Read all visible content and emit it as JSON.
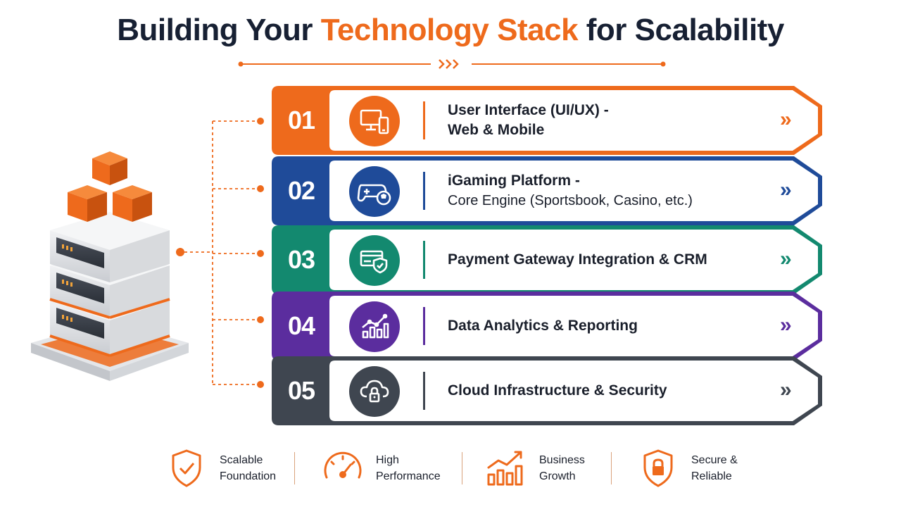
{
  "title": {
    "part1": "Building Your ",
    "accent": "Technology Stack",
    "part2": " for Scalability"
  },
  "colors": {
    "accent": "#ee6a1c",
    "layer1": "#ee6a1c",
    "layer2": "#1f4b99",
    "layer3": "#13896f",
    "layer4": "#5b2d9e",
    "layer5": "#3f4650"
  },
  "layers": [
    {
      "number": "01",
      "line1": "User Interface (UI/UX) -",
      "line2": "Web & Mobile",
      "icon": "devices-icon",
      "chevron": "»"
    },
    {
      "number": "02",
      "line1": "iGaming Platform -",
      "line2": "Core Engine (Sportsbook, Casino, etc.)",
      "icon": "gamepad-ball-icon",
      "chevron": "»"
    },
    {
      "number": "03",
      "line1": "Payment Gateway Integration & CRM",
      "line2": "",
      "icon": "card-shield-icon",
      "chevron": "»"
    },
    {
      "number": "04",
      "line1": "Data Analytics & Reporting",
      "line2": "",
      "icon": "bar-chart-icon",
      "chevron": "»"
    },
    {
      "number": "05",
      "line1": "Cloud Infrastructure & Security",
      "line2": "",
      "icon": "cloud-lock-icon",
      "chevron": "»"
    }
  ],
  "features": [
    {
      "line1": "Scalable",
      "line2": "Foundation",
      "icon": "shield-check-icon"
    },
    {
      "line1": "High",
      "line2": "Performance",
      "icon": "speedometer-icon"
    },
    {
      "line1": "Business",
      "line2": "Growth",
      "icon": "growth-chart-icon"
    },
    {
      "line1": "Secure &",
      "line2": "Reliable",
      "icon": "shield-lock-icon"
    }
  ]
}
